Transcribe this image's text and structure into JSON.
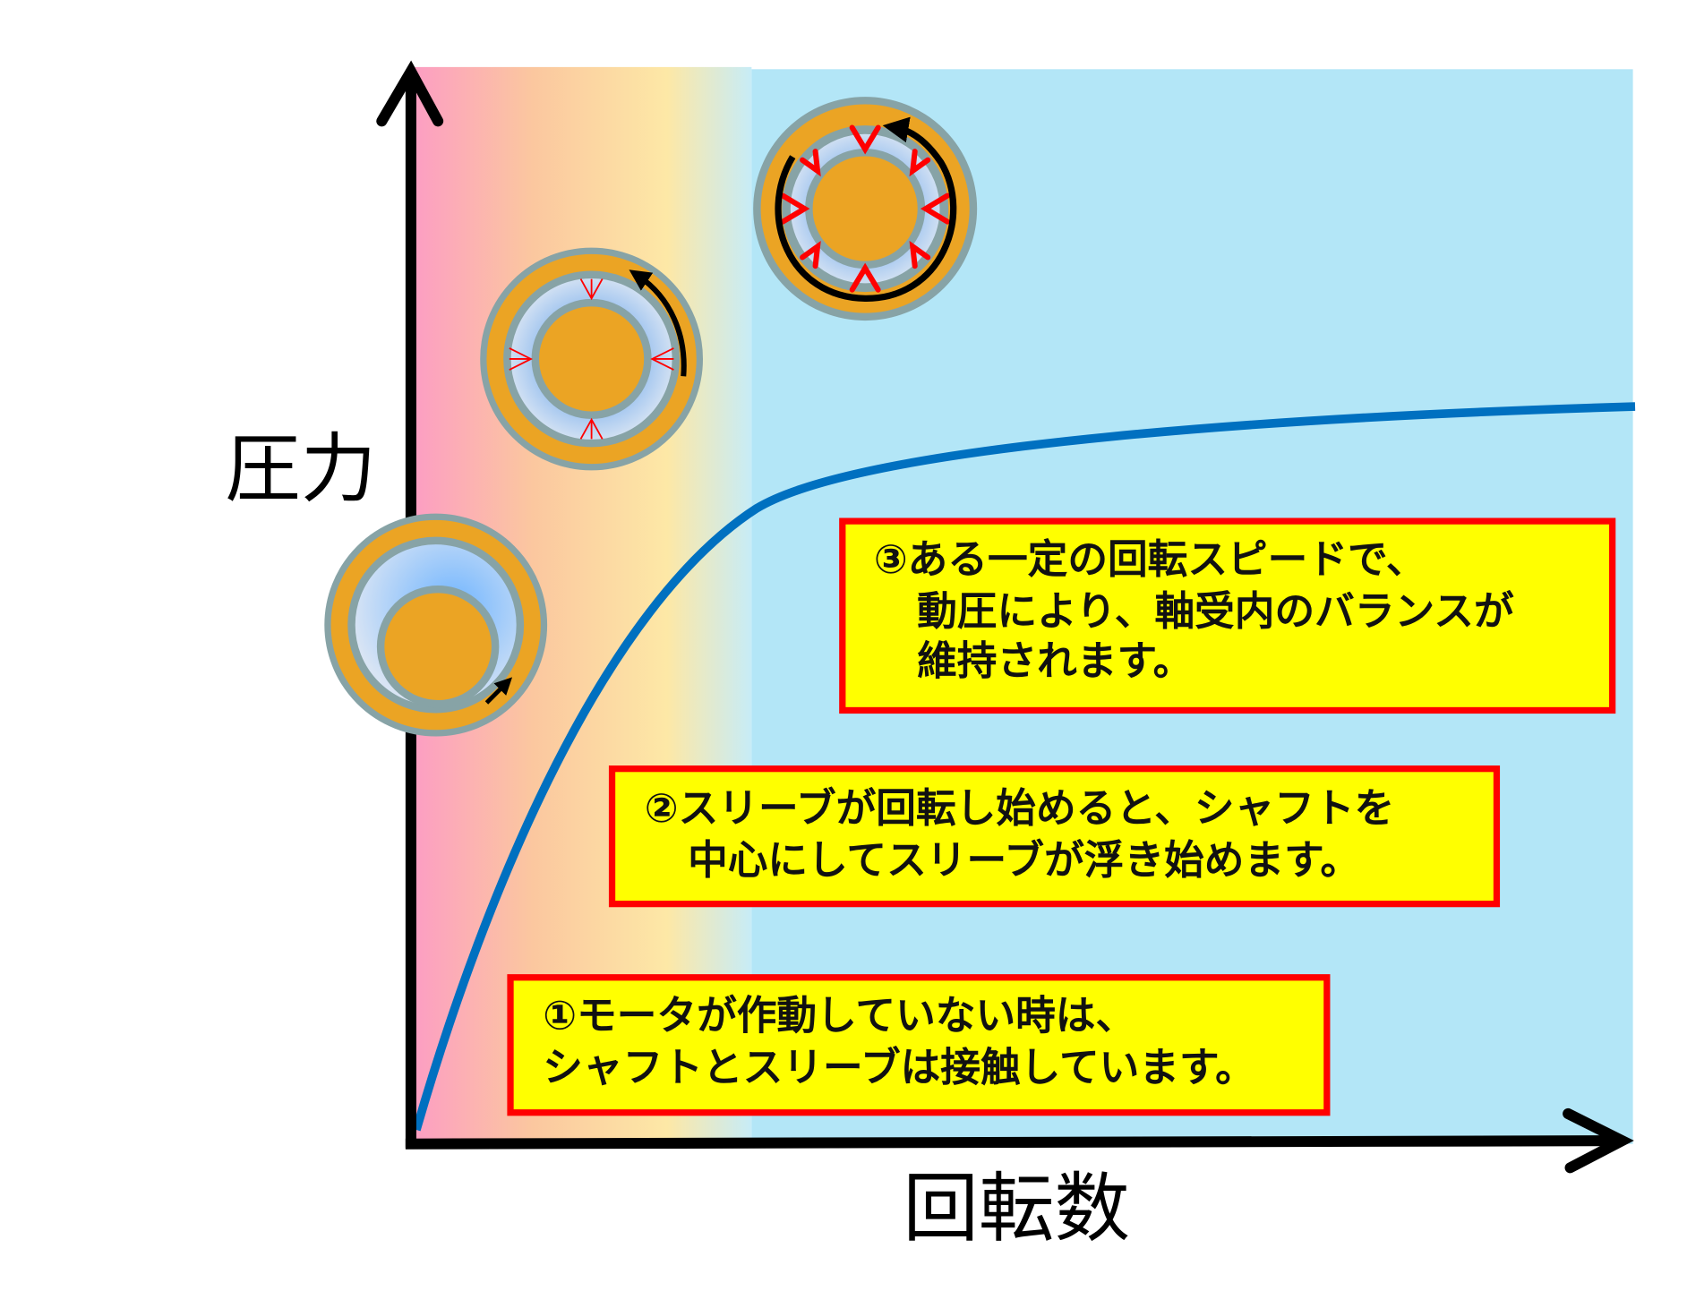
{
  "axes": {
    "y_label": "圧力",
    "x_label": "回転数"
  },
  "boxes": [
    {
      "lines": [
        "①モータが作動していない時は、",
        "シャフトとスリーブは接触しています。"
      ]
    },
    {
      "lines": [
        "②スリーブが回転し始めると、シャフトを",
        "中心にしてスリーブが浮き始めます。"
      ]
    },
    {
      "lines": [
        "③ある一定の回転スピードで、",
        "動圧により、軸受内のバランスが",
        "維持されます。"
      ]
    }
  ],
  "colors": {
    "curve": "#0070c0",
    "box_fill": "#ffff00",
    "box_border": "#ff0000",
    "high_speed_zone": "#b3e6f7",
    "shaft": "#eba424",
    "ring": "#87a3a6",
    "pressure_arrow": "#ff0000"
  }
}
